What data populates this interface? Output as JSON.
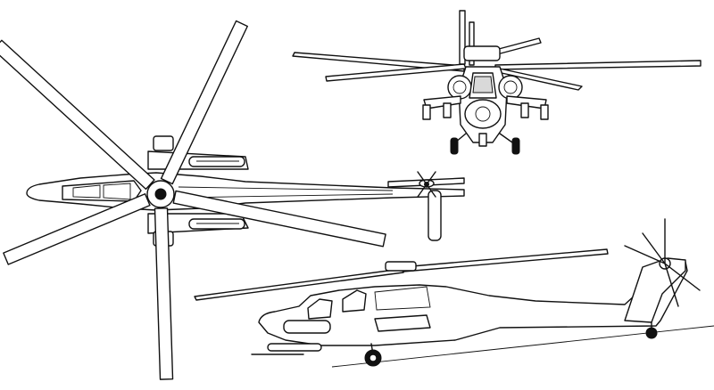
{
  "drawing": {
    "views": [
      "top-view",
      "front-view",
      "side-view"
    ],
    "colors": {
      "ink": "#111111",
      "paper": "#ffffff",
      "shade": "#d9d9d9"
    }
  }
}
